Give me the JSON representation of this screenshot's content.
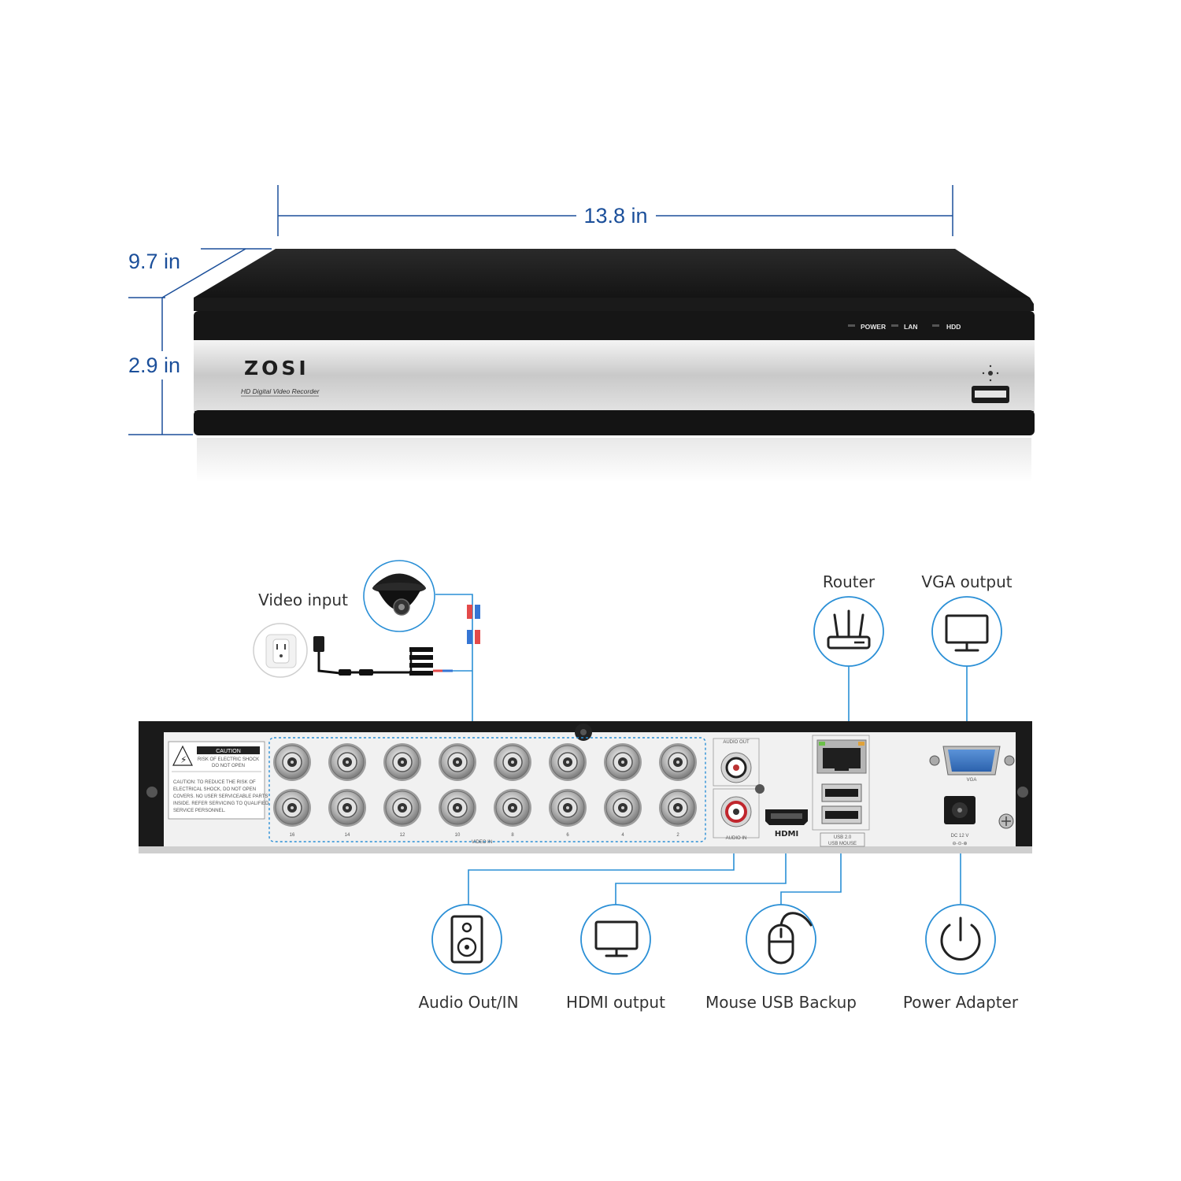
{
  "dimensions": {
    "width": "13.8 in",
    "depth": "9.7 in",
    "height": "2.9 in"
  },
  "front_panel": {
    "brand": "ZOSI",
    "subtitle": "HD Digital Video Recorder",
    "indicators": [
      "POWER",
      "LAN",
      "HDD"
    ]
  },
  "rear_panel": {
    "caution_title": "CAUTION",
    "caution_line1": "RISK OF ELECTRIC SHOCK",
    "caution_line2": "DO NOT OPEN",
    "caution_text": [
      "CAUTION: TO REDUCE THE RISK OF",
      "ELECTRICAL SHOCK, DO NOT OPEN",
      "COVERS. NO USER SERVICEABLE PARTS",
      "INSIDE. REFER SERVICING TO QUALIFIED",
      "SERVICE PERSONNEL."
    ],
    "video_in_label": "VIDEO IN",
    "channel_numbers": [
      "16",
      "14",
      "12",
      "10",
      "8",
      "6",
      "4",
      "2"
    ],
    "audio_out_label": "AUDIO OUT",
    "audio_in_label": "AUDIO IN",
    "hdmi_label": "HDMI",
    "usb_label_1": "USB 2.0",
    "usb_label_2": "USB MOUSE",
    "vga_label": "VGA",
    "dc_label": "DC 12 V"
  },
  "callouts": {
    "video_input": "Video input",
    "router": "Router",
    "vga_output": "VGA output",
    "audio": "Audio Out/IN",
    "hdmi_output": "HDMI output",
    "mouse_usb": "Mouse USB Backup",
    "power_adapter": "Power Adapter"
  },
  "icons": [
    "power-outlet-icon",
    "dome-camera-icon",
    "router-icon",
    "monitor-icon",
    "speaker-icon",
    "mouse-icon",
    "power-icon"
  ],
  "colors": {
    "dimension_text": "#1b4f9a",
    "callout_line": "#2a8fd6",
    "chassis": "#1e1e1e"
  }
}
